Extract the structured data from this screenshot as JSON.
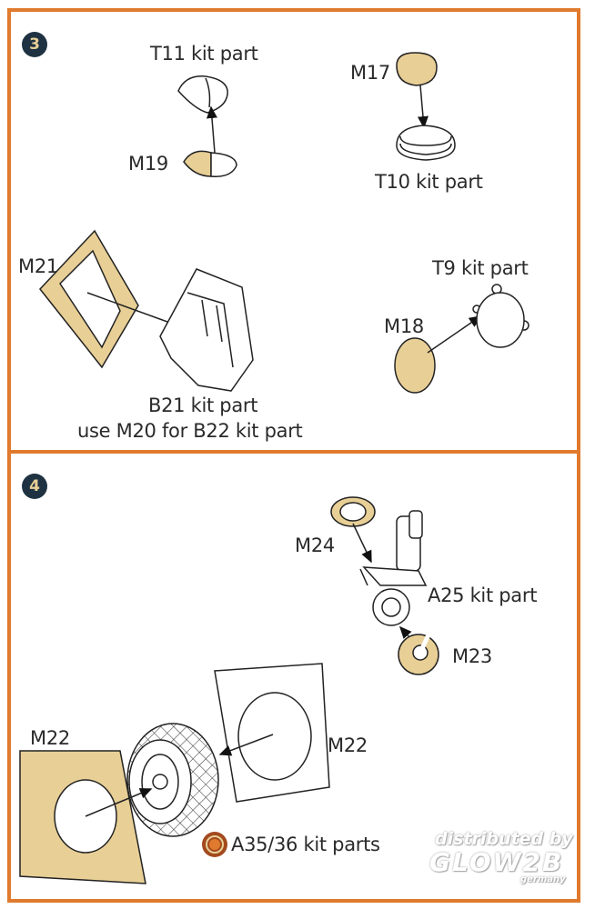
{
  "steps": [
    {
      "number": "3",
      "labels": {
        "t11": "T11 kit part",
        "m19": "M19",
        "m17": "M17",
        "t10": "T10 kit part",
        "m21": "M21",
        "t9": "T9 kit part",
        "m18": "M18",
        "b21": "B21 kit part",
        "note": "use M20 for B22 kit part"
      }
    },
    {
      "number": "4",
      "labels": {
        "m24": "M24",
        "a25": "A25 kit part",
        "m23": "M23",
        "m22_left": "M22",
        "m22_right": "M22",
        "a35": "A35/36 kit parts"
      }
    }
  ],
  "watermark": {
    "line1": "distributed by",
    "brand": "GLOW2B",
    "line3": "germany"
  },
  "colors": {
    "frame": "#e07a2e",
    "mask": "#e8cf96",
    "badge": "#1e3242"
  }
}
